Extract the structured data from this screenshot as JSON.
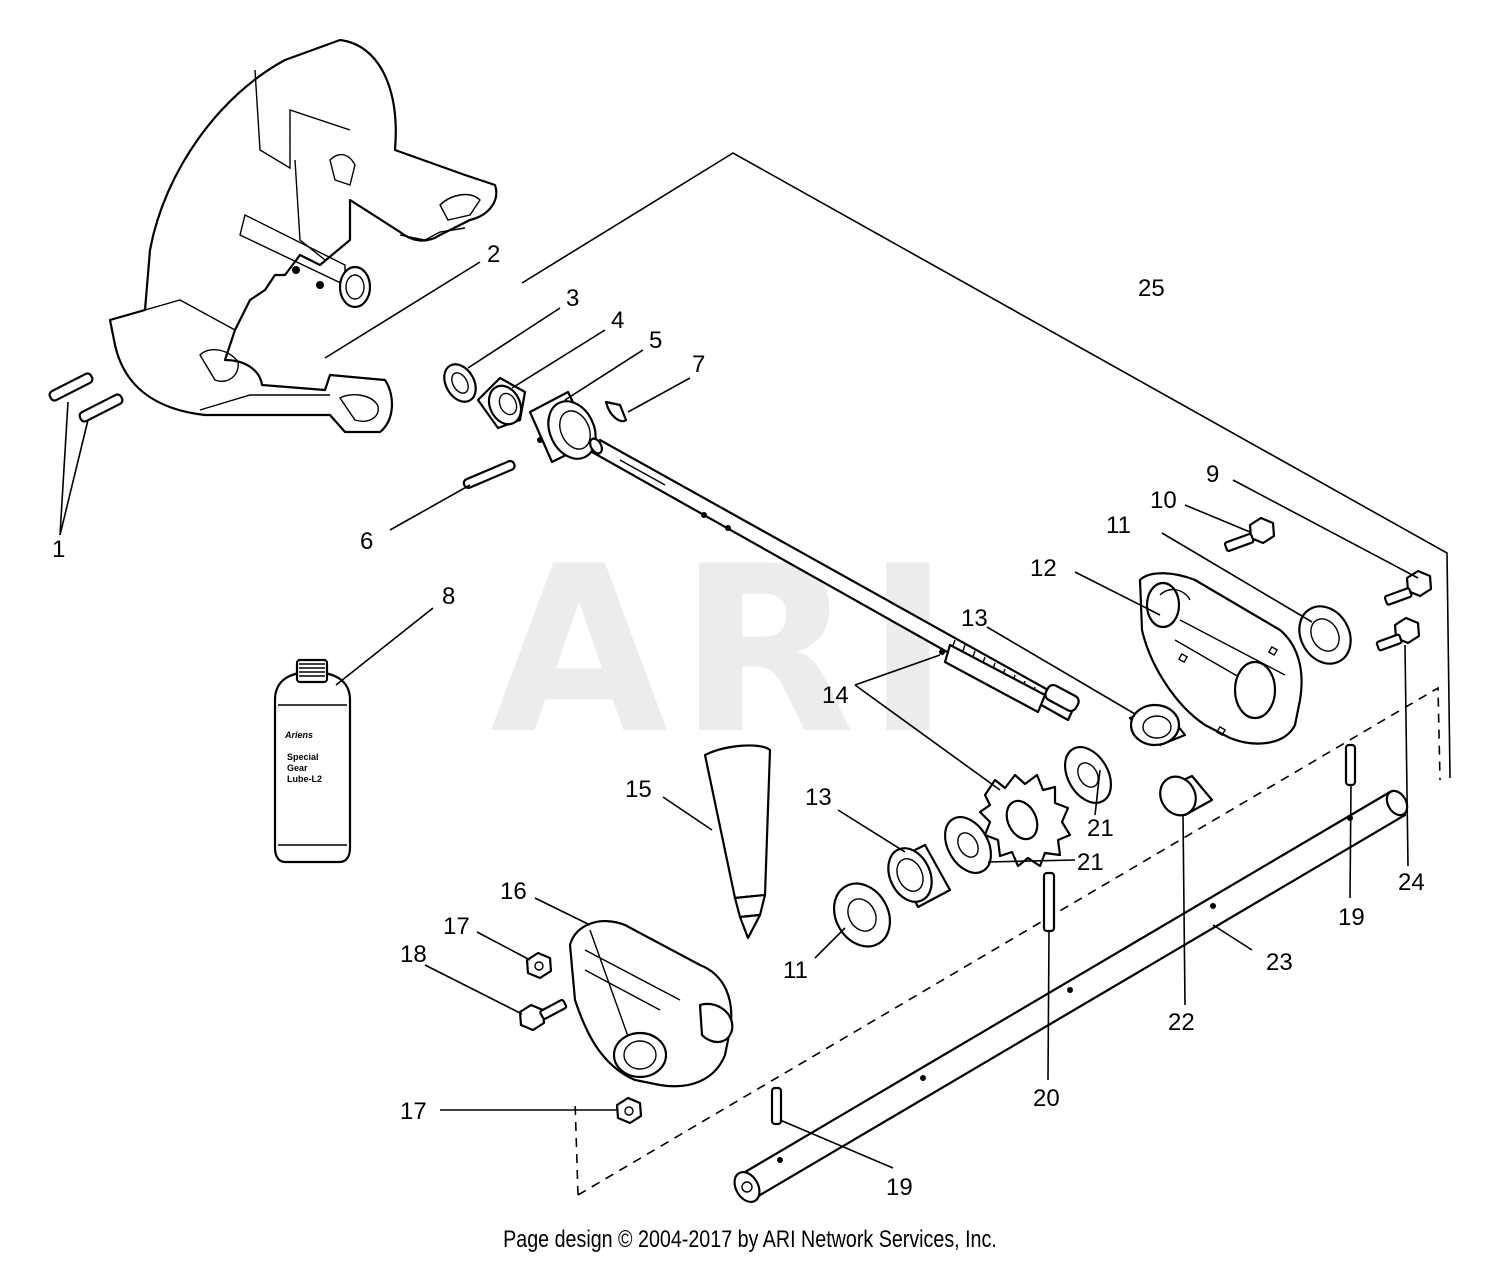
{
  "watermark": "ARI",
  "footer": "Page design © 2004-2017 by ARI Network Services, Inc.",
  "bottle_label": {
    "brand": "Ariens",
    "line1": "Special",
    "line2": "Gear",
    "line3": "Lube-L2"
  },
  "callouts": {
    "c1": "1",
    "c2": "2",
    "c3": "3",
    "c4": "4",
    "c5": "5",
    "c6": "6",
    "c7": "7",
    "c8": "8",
    "c9": "9",
    "c10": "10",
    "c11a": "11",
    "c11b": "11",
    "c12": "12",
    "c13a": "13",
    "c13b": "13",
    "c14": "14",
    "c15": "15",
    "c16": "16",
    "c17a": "17",
    "c17b": "17",
    "c18": "18",
    "c19a": "19",
    "c19b": "19",
    "c20": "20",
    "c21a": "21",
    "c21b": "21",
    "c22": "22",
    "c23": "23",
    "c24": "24",
    "c25": "25"
  }
}
